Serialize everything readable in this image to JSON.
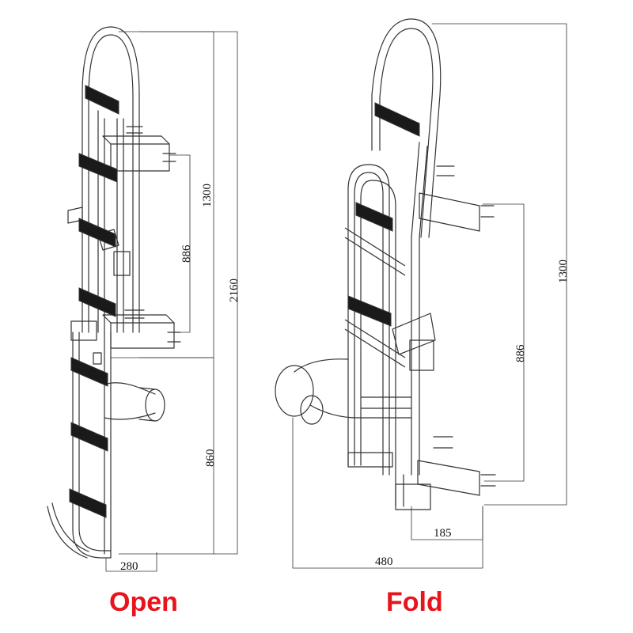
{
  "open_view": {
    "caption": "Open",
    "dimensions": {
      "total_height": "2160",
      "upper_height": "1300",
      "hook_span": "886",
      "lower_height": "860",
      "width": "280"
    }
  },
  "fold_view": {
    "caption": "Fold",
    "dimensions": {
      "height": "1300",
      "hook_span": "886",
      "depth_small": "185",
      "depth_total": "480"
    }
  },
  "colors": {
    "caption": "#e8131b",
    "line": "#333333",
    "tread": "#1a1a1a"
  }
}
